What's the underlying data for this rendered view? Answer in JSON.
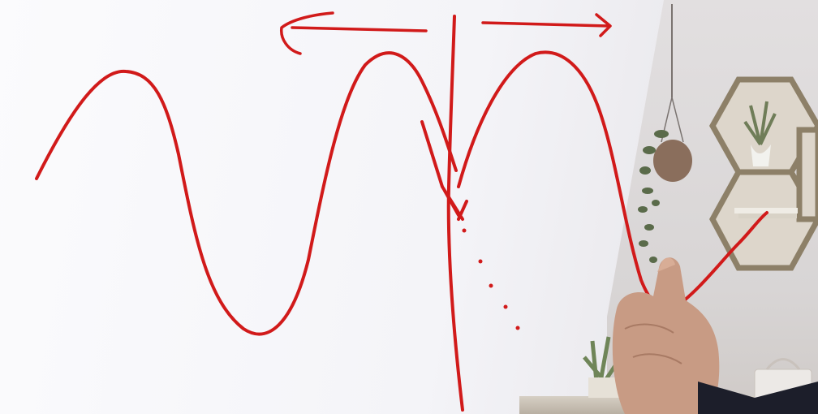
{
  "scene": {
    "ink_color": "#d11a1a",
    "wall_color": "#f2f2f6",
    "elements": [
      "sine-wave-drawing",
      "vertical-line",
      "left-arrow",
      "right-arrow",
      "hexagon-shelves",
      "hanging-plant",
      "potted-plant",
      "presenter-hand"
    ]
  }
}
